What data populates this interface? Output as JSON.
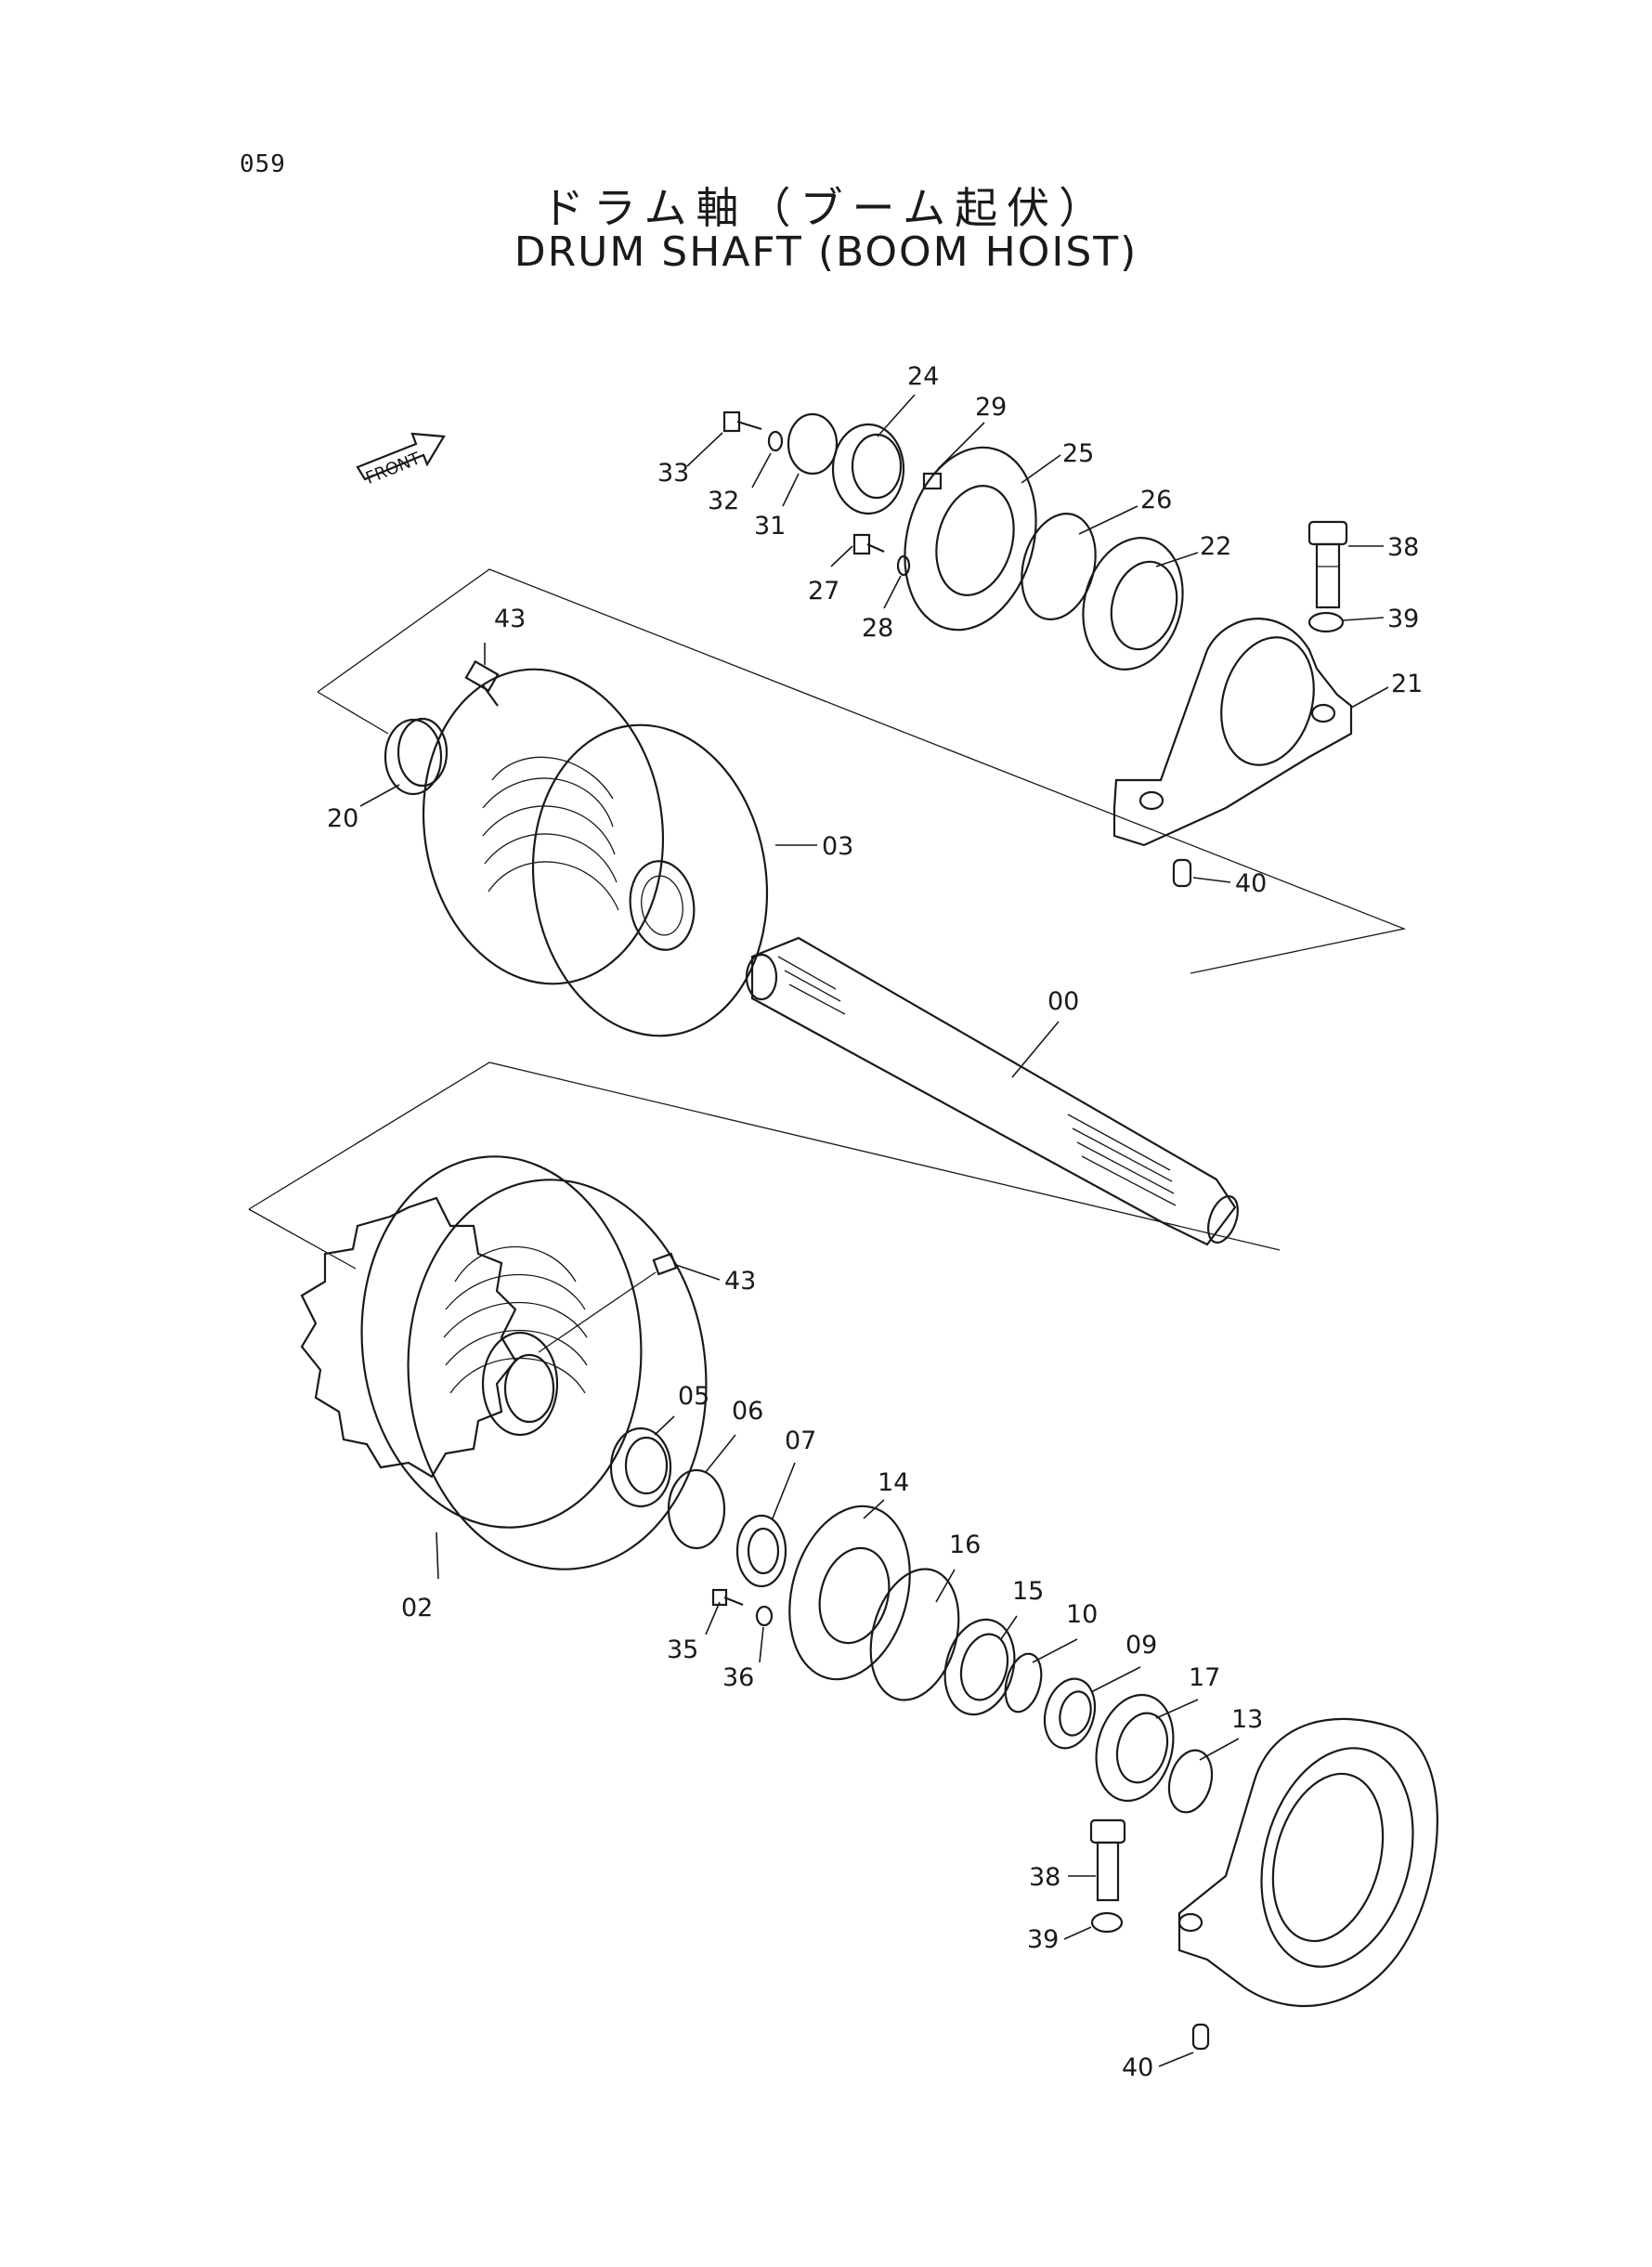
{
  "header": {
    "page_number": "059",
    "title_jp": "ドラム軸（ブーム起伏）",
    "title_en": "DRUM SHAFT (BOOM HOIST)"
  },
  "front_arrow": {
    "label": "FRONT"
  },
  "part_labels": {
    "p00": "00",
    "p02": "02",
    "p03": "03",
    "p05": "05",
    "p06": "06",
    "p07": "07",
    "p09": "09",
    "p10": "10",
    "p13": "13",
    "p14": "14",
    "p15": "15",
    "p16": "16",
    "p17": "17",
    "p20": "20",
    "p21": "21",
    "p22": "22",
    "p24": "24",
    "p25": "25",
    "p26": "26",
    "p27": "27",
    "p28": "28",
    "p29": "29",
    "p31": "31",
    "p32": "32",
    "p33": "33",
    "p35": "35",
    "p36": "36",
    "p38_top": "38",
    "p39_top": "39",
    "p40_top": "40",
    "p43_top": "43",
    "p38_bot": "38",
    "p39_bot": "39",
    "p40_bot": "40",
    "p43_bot": "43"
  }
}
